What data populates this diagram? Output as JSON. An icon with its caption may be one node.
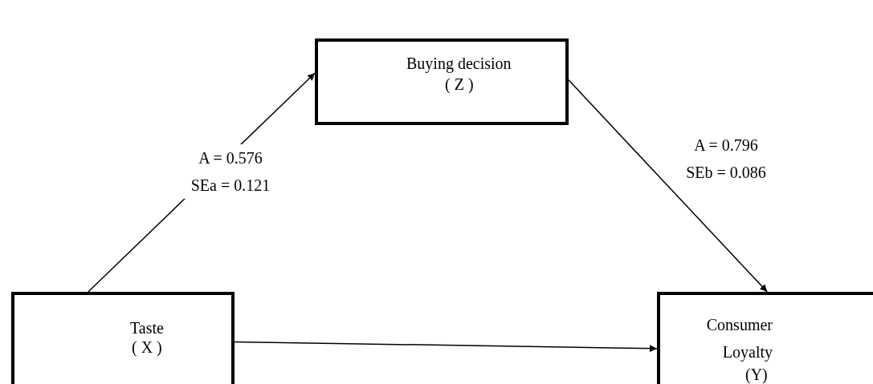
{
  "diagram": {
    "nodes": [
      {
        "text": [
          "Buying decision",
          "( Z )"
        ]
      },
      {
        "text": [
          "Taste",
          "( X )"
        ]
      },
      {
        "text": [
          "Consumer Loyalty",
          "(Y)"
        ]
      }
    ],
    "edges": [
      {
        "from": 1,
        "to": 0,
        "arrow": "to",
        "label": "A = 0.576 SEa = 0.121"
      },
      {
        "from": 0,
        "to": 2,
        "arrow": "to",
        "label": "A = 0.796 SEb = 0.086"
      },
      {
        "from": 1,
        "to": 2,
        "arrow": "to"
      }
    ]
  }
}
